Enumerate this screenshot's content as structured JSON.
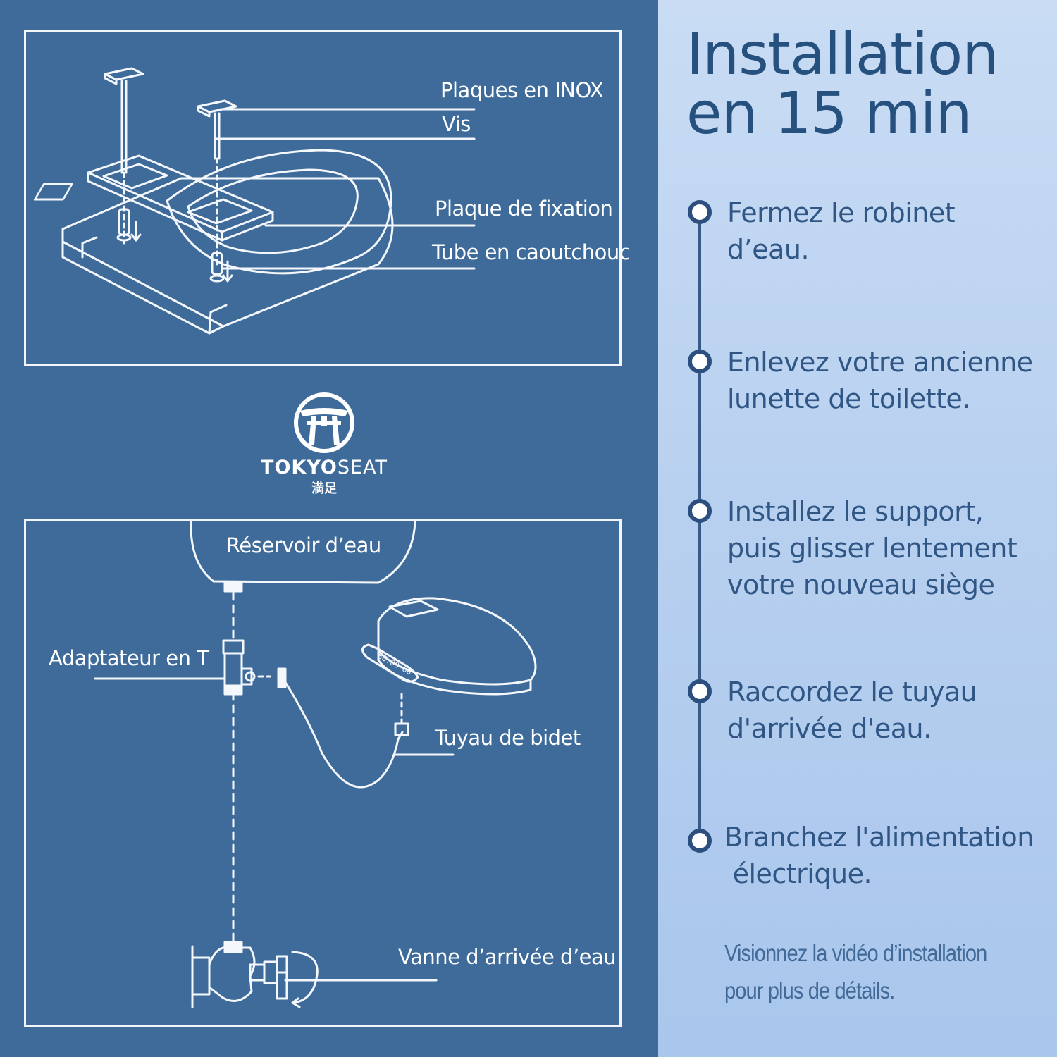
{
  "diagram_top": {
    "labels": {
      "plaques_inox": "Plaques en INOX",
      "vis": "Vis",
      "plaque_fixation": "Plaque de fixation",
      "tube_caoutchouc": "Tube en caoutchouc"
    }
  },
  "logo": {
    "brand_bold": "TOKYO",
    "brand_light": "SEAT",
    "kanji": "満足"
  },
  "diagram_bottom": {
    "labels": {
      "reservoir": "Réservoir d’eau",
      "adaptateur": "Adaptateur en T",
      "tuyau_bidet": "Tuyau de bidet",
      "vanne": "Vanne d’arrivée d’eau"
    },
    "remote_display": "88:00.88"
  },
  "sidebar": {
    "title_line1": "Installation",
    "title_line2": "en 15 min",
    "steps": [
      {
        "line1": "Fermez le robinet",
        "line2": "d’eau.",
        "line3": ""
      },
      {
        "line1": "Enlevez votre ancienne",
        "line2": "lunette de toilette.",
        "line3": ""
      },
      {
        "line1": "Installez le support,",
        "line2": "puis glisser lentement",
        "line3": "votre nouveau siège"
      },
      {
        "line1": "Raccordez le tuyau",
        "line2": "d'arrivée d'eau.",
        "line3": ""
      },
      {
        "line1": "Branchez l'alimentation",
        "line2": " électrique.",
        "line3": ""
      }
    ],
    "footer_line1": "Visionnez la vidéo d’installation",
    "footer_line2": "pour plus de détails."
  },
  "colors": {
    "left_background": "#3e6b9a",
    "title_text": "#26507e",
    "step_text": "#2f5685",
    "timeline": "#385a86"
  }
}
